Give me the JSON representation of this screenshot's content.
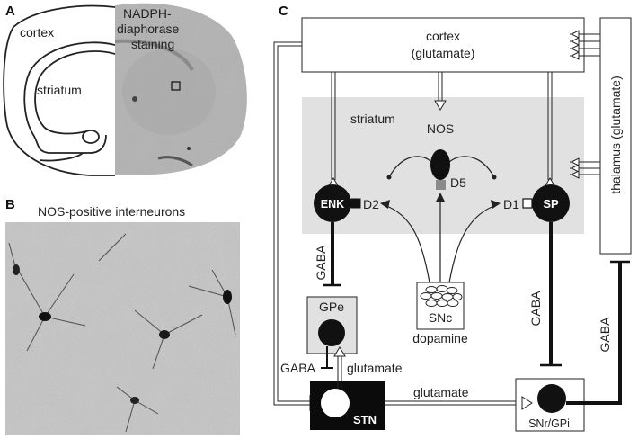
{
  "panels": {
    "a": "A",
    "b": "B",
    "c": "C"
  },
  "panel_a": {
    "cortex": "cortex",
    "striatum": "striatum",
    "stain_line1": "NADPH-",
    "stain_line2": "diaphorase",
    "stain_line3": "staining"
  },
  "panel_b": {
    "title": "NOS-positive interneurons"
  },
  "panel_c": {
    "cortex_line1": "cortex",
    "cortex_line2": "(glutamate)",
    "thalamus": "thalamus (glutamate)",
    "striatum": "striatum",
    "nos": "NOS",
    "enk": "ENK",
    "sp": "SP",
    "d1": "D1",
    "d2": "D2",
    "d5": "D5",
    "gaba_enk": "GABA",
    "gaba_sp": "GABA",
    "gaba_thal": "GABA",
    "gaba_gpe": "GABA",
    "gpe": "GPe",
    "snc": "SNc",
    "dopamine": "dopamine",
    "glutamate_stn_up": "glutamate",
    "glutamate_stn_snr": "glutamate",
    "stn": "STN",
    "snr": "SNr/GPi"
  },
  "colors": {
    "striatum_bg": "#e1e1e1",
    "line": "#222222",
    "neuron": "#111111",
    "receptor_d5": "#8a8a8a"
  }
}
